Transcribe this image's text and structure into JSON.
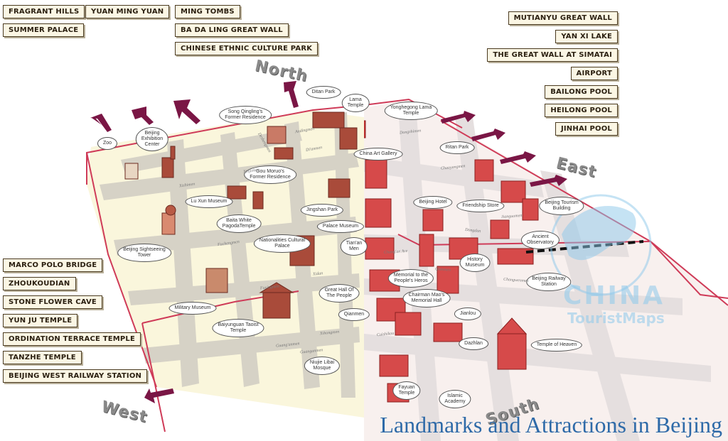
{
  "caption": "Landmarks and Attractions in Beijing",
  "watermark": {
    "title": "CHINA",
    "subtitle": "TouristMaps"
  },
  "directions": {
    "north": "North",
    "east": "East",
    "west": "West",
    "south": "South"
  },
  "outside_attractions": {
    "top_left": [
      "FRAGRANT HILLS",
      "SUMMER PALACE",
      "YUAN MING YUAN",
      "MING TOMBS",
      "BA DA LING GREAT WALL",
      "CHINESE ETHNIC CULTURE PARK"
    ],
    "top_right": [
      "MUTIANYU GREAT WALL",
      "YAN XI LAKE",
      "THE GREAT WALL AT SIMATAI",
      "AIRPORT",
      "BAILONG POOL",
      "HEILONG POOL",
      "JINHAI POOL"
    ],
    "left": [
      "MARCO POLO BRIDGE",
      "ZHOUKOUDIAN",
      "STONE FLOWER CAVE",
      "YUN JU TEMPLE",
      "ORDINATION TERRACE TEMPLE",
      "TANZHE TEMPLE",
      "BEIJING WEST RAILWAY STATION"
    ]
  },
  "landmarks": [
    "Zoo",
    "Beijing\nExhibition\nCenter",
    "Song Qingling's\nFormer Residence",
    "Ditan Park",
    "Lama\nTemple",
    "Yonghegong Lama\nTemple",
    "China Art Gallery",
    "Ritan Park",
    "Gou Moruo's\nFormer Residence",
    "Lu Xun Museum",
    "Baita White\nPagodaTemple",
    "Jingshan Park",
    "Beijing Hotel",
    "Friendship Store",
    "Beijing Tourism\nBuilding",
    "Palace Museum",
    "Nationalities Cultural\nPalace",
    "Tian'an\nMen",
    "Ancient\nObservatory",
    "Beijing Sightseeing\nTower",
    "Memorial to the\nPeople's Heros",
    "History\nMuseum",
    "Beijing Railway\nStation",
    "Great Hall Of\nThe People",
    "Chairman Mao's\nMemorial Hall",
    "Military Museum",
    "Baiyunguan Taoist\nTemple",
    "Qianmen",
    "Jianlou",
    "Dazhlan",
    "Temple of Heaven",
    "Niujie Libai\nMosque",
    "Fayuan\nTemple",
    "Islamic\nAcademy"
  ],
  "streets": [
    "Xizhimen",
    "Xinjiekou",
    "Deshengmen",
    "Andingmen",
    "Di'anmen",
    "Dongzhimen",
    "Chaoyangmen",
    "Fuchengmen",
    "Dongdan",
    "Jianguomen",
    "Chang'an Ave",
    "Fuxingmen",
    "Xidan",
    "Qianmen",
    "Chongwenmen",
    "Guang'anmen",
    "Xihongmen",
    "Guanganmen",
    "Caishikou"
  ],
  "colors": {
    "west_plaza": "#faf6dc",
    "east_plaza": "#f8f0ee",
    "road_west": "#d6d2c6",
    "road_east": "#e5dfdf",
    "border": "#cf3b58",
    "arrow": "#7a1645",
    "building_west": "#a94b3a",
    "building_east": "#d64a4a",
    "rail": "#111111",
    "caption": "#2e6aa8"
  }
}
